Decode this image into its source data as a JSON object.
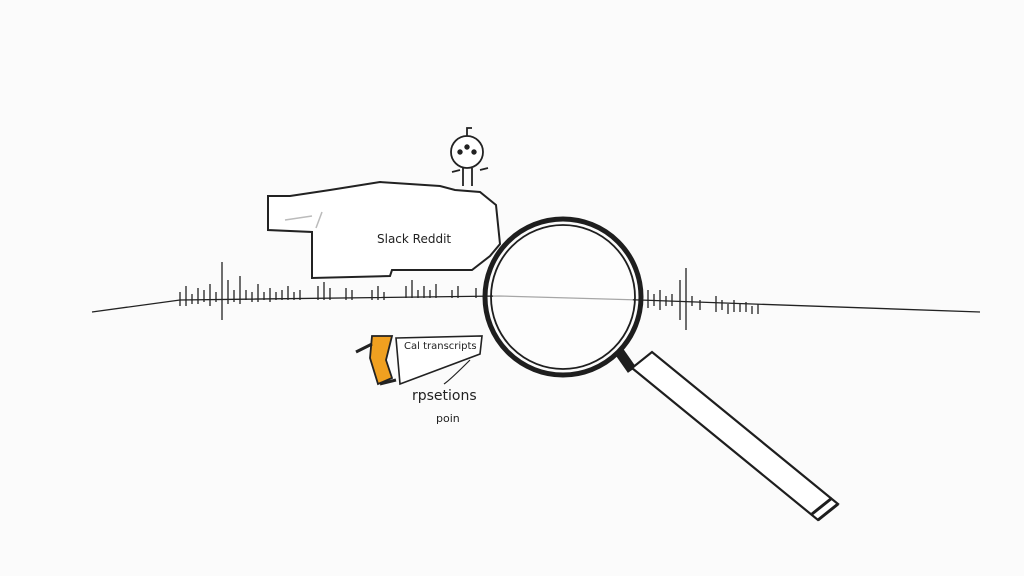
{
  "sketch": {
    "cloud_label": "Slack Reddit",
    "flag_label": "Cal transcripts",
    "note_line1": "rpsetions",
    "note_line2": "poin"
  },
  "colors": {
    "ink": "#1e1e1e",
    "background": "#fbfbfb",
    "flag_orange": "#f0a020"
  }
}
